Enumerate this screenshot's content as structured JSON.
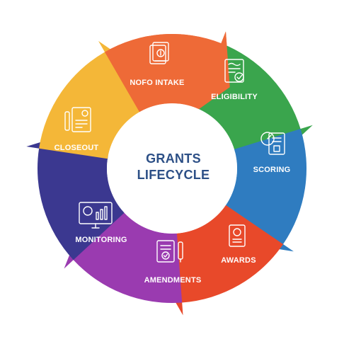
{
  "center": {
    "line1": "GRANTS",
    "line2": "LIFECYCLE",
    "color": "#2c4f86"
  },
  "segments": [
    {
      "key": "nofo",
      "label": "NOFO INTAKE",
      "color": "#ee6a37",
      "icon": "document-upload-icon"
    },
    {
      "key": "eligibility",
      "label": "ELIGIBILITY",
      "color": "#3aa54d",
      "icon": "checklist-certificate-icon"
    },
    {
      "key": "scoring",
      "label": "SCORING",
      "color": "#2f7cc0",
      "icon": "gauge-report-icon"
    },
    {
      "key": "awards",
      "label": "AWARDS",
      "color": "#e8492a",
      "icon": "award-certificate-icon"
    },
    {
      "key": "amendments",
      "label": "AMENDMENTS",
      "color": "#9a3bb0",
      "icon": "document-pen-icon"
    },
    {
      "key": "monitoring",
      "label": "MONITORING",
      "color": "#3b3890",
      "icon": "monitor-dashboard-icon"
    },
    {
      "key": "closeout",
      "label": "CLOSEOUT",
      "color": "#f4b738",
      "icon": "invoice-pencil-icon"
    }
  ]
}
